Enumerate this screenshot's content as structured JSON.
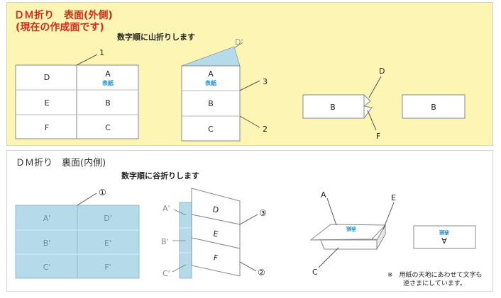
{
  "top": {
    "title_line1": "ＤＭ折り　表面(外側)",
    "title_line2": "(現在の作成面です)",
    "instruction": "数字順に山折りします",
    "grid": {
      "left_col": [
        "D",
        "E",
        "F"
      ],
      "right_col": [
        "A",
        "B",
        "C"
      ],
      "sub_label": "表紙",
      "line_number": "1"
    },
    "fold_step": {
      "panels": [
        "A",
        "B",
        "C"
      ],
      "sub_label": "表紙",
      "flap_label": "D'",
      "line_numbers": [
        "3",
        "2"
      ]
    },
    "fold_side": {
      "panel": "B",
      "label_top": "D",
      "label_bottom": "F"
    },
    "final": {
      "panel": "B"
    }
  },
  "bottom": {
    "title": "ＤＭ折り　裏面(内側)",
    "instruction": "数字順に谷折りします",
    "grid": {
      "left_col": [
        "A'",
        "B'",
        "C'"
      ],
      "right_col": [
        "D'",
        "E'",
        "F'"
      ],
      "line_number": "①"
    },
    "fold_step": {
      "panels": [
        "D",
        "E",
        "F"
      ],
      "side_labels": [
        "A'",
        "B'",
        "C'"
      ],
      "line_numbers": [
        "③",
        "②"
      ]
    },
    "fold_3d": {
      "label_a": "A",
      "label_e": "E",
      "label_c": "C",
      "sub_label": "表紙"
    },
    "final": {
      "panel": "A",
      "sub_label": "表紙"
    },
    "note_line1": "※　用紙の天地にあわせて文字も",
    "note_line2": "逆さまにしています。"
  },
  "colors": {
    "top_background": "#fdf5b3",
    "title_red": "#d62a1a",
    "sub_label_blue": "#1e8fd4",
    "inside_blue": "#b5dbeb"
  }
}
